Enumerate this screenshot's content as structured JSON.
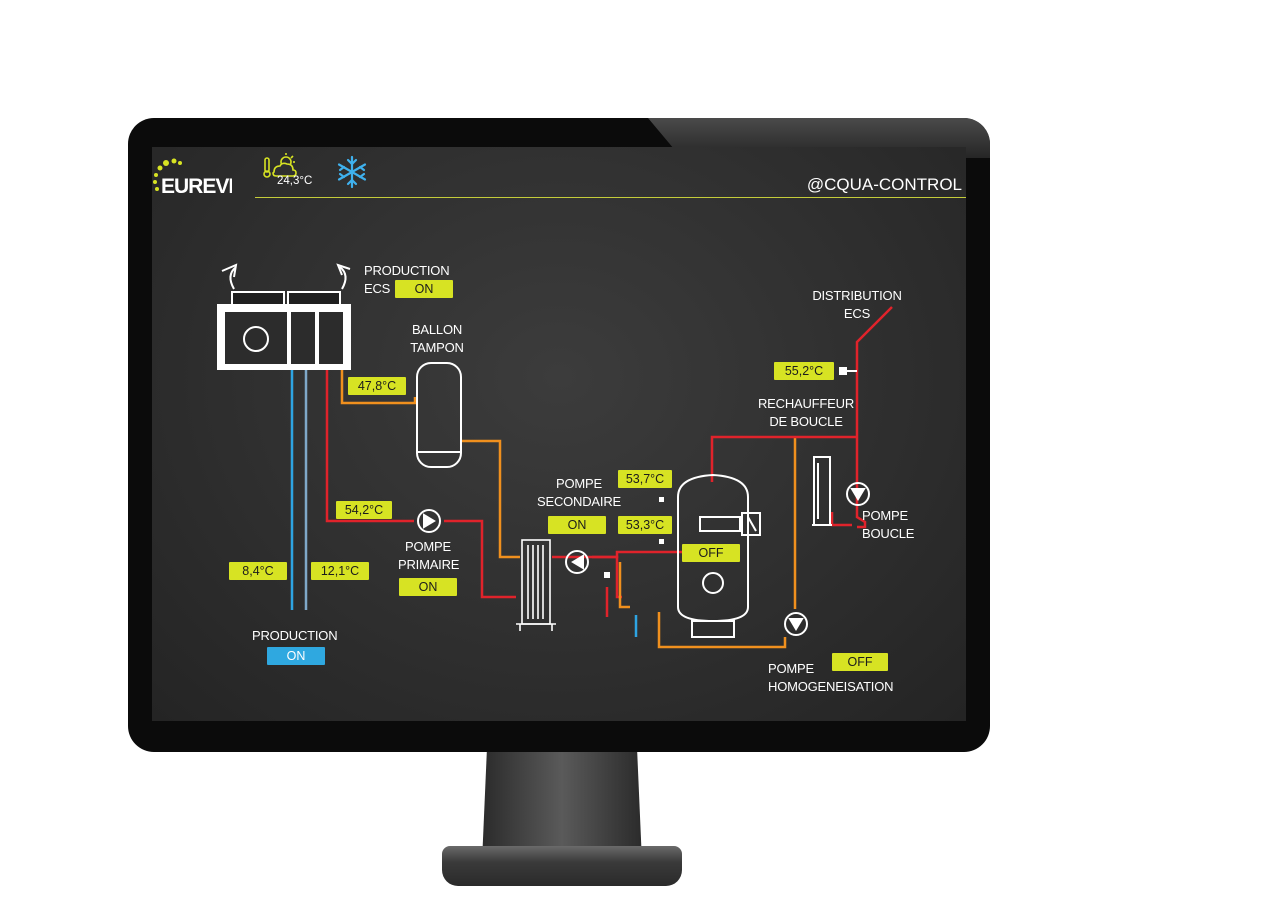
{
  "header": {
    "brand": "@CQUA-CONTROL",
    "logo_text": "EUREVIA",
    "outdoor_temp": "24,3°C",
    "weather_icon": "sun-cloud-thermometer-icon",
    "mode_icon": "snowflake-icon"
  },
  "labels": {
    "production_ecs_1": "PRODUCTION",
    "production_ecs_2": "ECS",
    "ballon_1": "BALLON",
    "ballon_2": "TAMPON",
    "pompe_secondaire_1": "POMPE",
    "pompe_secondaire_2": "SECONDAIRE",
    "pompe_primaire_1": "POMPE",
    "pompe_primaire_2": "PRIMAIRE",
    "production_1": "PRODUCTION",
    "distribution_1": "DISTRIBUTION",
    "distribution_2": "ECS",
    "rechauffeur_1": "RECHAUFFEUR",
    "rechauffeur_2": "DE BOUCLE",
    "pompe_boucle_1": "POMPE",
    "pompe_boucle_2": "BOUCLE",
    "pompe_homog_1": "POMPE",
    "pompe_homog_2": "HOMOGENEISATION"
  },
  "status": {
    "production_ecs": "ON",
    "pompe_secondaire": "ON",
    "pompe_primaire": "ON",
    "production": "ON",
    "tank_heater": "OFF",
    "pompe_homog": "OFF"
  },
  "temps": {
    "t_buffer_in": "47,8°C",
    "t_primary": "54,2°C",
    "t_return_blue": "8,4°C",
    "t_return_red": "12,1°C",
    "t_tank_top": "53,7°C",
    "t_tank_mid": "53,3°C",
    "t_distribution": "55,2°C"
  },
  "colors": {
    "hot": "#e0232b",
    "warm": "#f0901e",
    "cold": "#2ea4e2",
    "accent": "#d7e323"
  }
}
